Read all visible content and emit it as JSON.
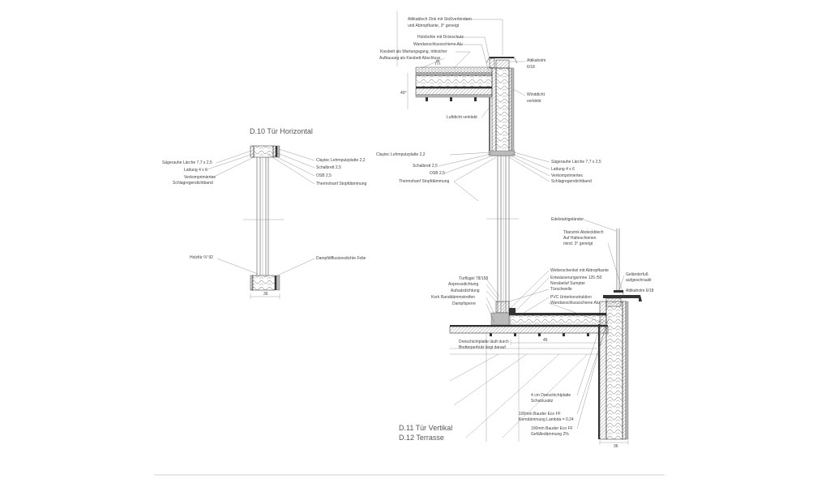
{
  "titles": {
    "horizontal": "D.10 Tür Horizontal",
    "vertical": "D.11 Tür Vertikal",
    "terrace": "D.12 Terrasse"
  },
  "dimensions": {
    "horiz_width": "36",
    "parapet_slope": "40°",
    "terrace_width": "45",
    "wall_width": "36"
  },
  "labels_d10": {
    "left": [
      "Sägerauhe Lärche 7,7 x 2,5",
      "Lattung 4 x 6",
      "Verkomprimiertes",
      "Schlagregendichtband",
      "Holzfür IV 92"
    ],
    "right": [
      "Claytec Lehmputzplatte 2,2",
      "Schalbrett 2,5",
      "OSB 2,5",
      "Thermohanf Stopfdämmung",
      "Dampfdiffusionsdichte Folie"
    ]
  },
  "labels_roof": {
    "top": [
      "Attikablech Zink mit Stoßverbindern",
      "und Abtropfkante, 3° geneigt",
      "Holzbohle mit Dränschutz",
      "Wandanschlussschiene Alu",
      "Kiesbett als Wartungsgang, trittsicher",
      "Aufbauung als Kiesbett Abschluss"
    ],
    "right": [
      "Attikaholm",
      "6/18",
      "Winddicht",
      "verklebt"
    ],
    "airtight": "Luftdicht verklebt",
    "left_mid": [
      "Claytec Lehmputzplatte 2,2",
      "Schalbrett 2,5",
      "OSB 2,5",
      "Thermohanf Stopfdämmung"
    ],
    "right_mid": [
      "Sägerauhe Lärche 7,7 x 2,5",
      "Lattung 4 x 6",
      "Verkomprimiertes",
      "Schlagregendichtband"
    ]
  },
  "labels_terrace": {
    "railing": [
      "Edelstahlgeländer",
      "Titanzink Abdeckblech",
      "Auf Halteschienen",
      "mind. 3° geneigt",
      "Geländerfuß",
      "aufgeschraubt",
      "Attikaholm 6/18"
    ],
    "door_left": [
      "Türflügel 78/158",
      "Anpressdichtung",
      "Aufsatzdichtung",
      "Kork Randdämmstreifen",
      "Dampfsperre"
    ],
    "door_right": [
      "Wetterschenkel mit Abtropfkante",
      "Entwässerungsrinne 125 /50",
      "Norabeiluf Sumpter",
      "Türschwelle",
      "PVC Unterkonstruktion",
      "Wandanschlussschiene Alu"
    ],
    "board_note": [
      "Dreischichtplatte läuft durch",
      "Bretterperhütz liegt darauf"
    ],
    "bottom": [
      "4 cm Dreischichtplatte",
      "Schutzusätz",
      "100mm Bauder Eco FF",
      "Kerndämmung Lambda = 0.24",
      "100mm Bauder Eco FF",
      "Gefälledämmung 2%"
    ]
  }
}
